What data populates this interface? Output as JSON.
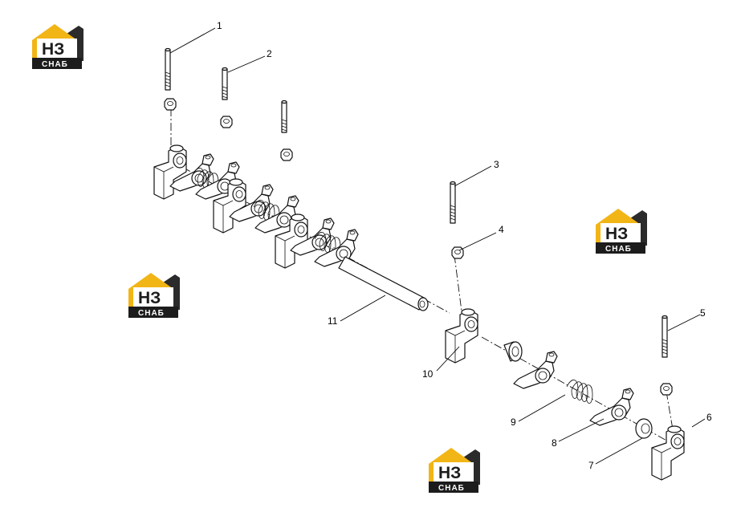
{
  "logo": {
    "mark": "НЗ",
    "text": "СНАБ",
    "color_primary": "#f2b516",
    "color_dark": "#1c1c1c"
  },
  "callouts": [
    "1",
    "2",
    "3",
    "4",
    "5",
    "6",
    "7",
    "8",
    "9",
    "10",
    "11"
  ]
}
